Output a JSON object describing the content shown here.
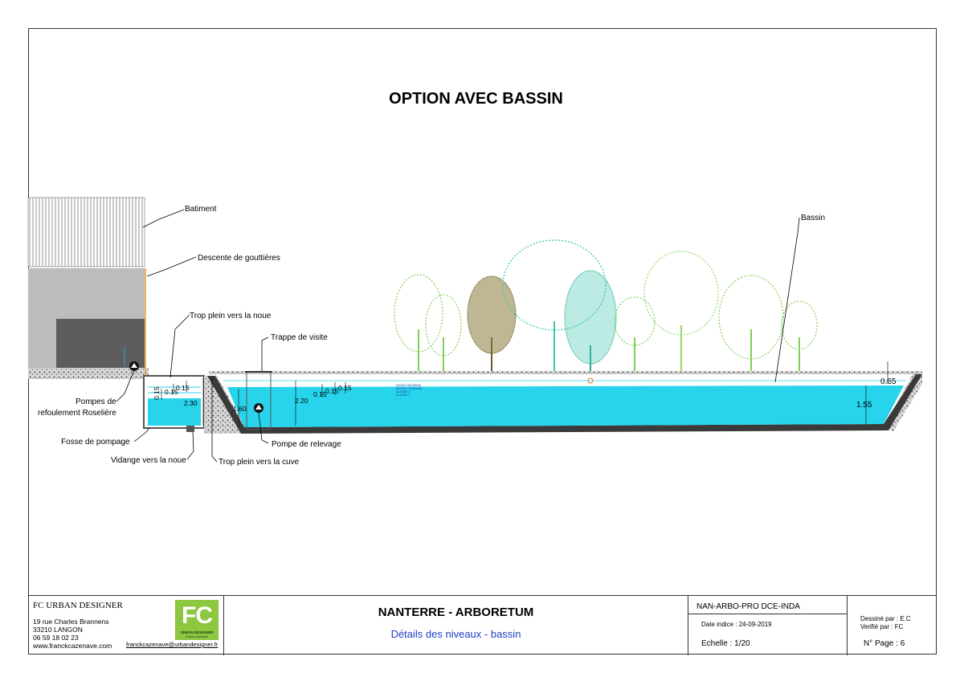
{
  "title": "OPTION AVEC BASSIN",
  "labels": {
    "batiment": "Batiment",
    "descente": "Descente de gouttières",
    "trop_plein_noue": "Trop plein vers la noue",
    "trappe": "Trappe de visite",
    "bassin": "Bassin",
    "pompes_line1": "Pompes de",
    "pompes_line2": "refoulement Roselière",
    "fosse": "Fosse de pompage",
    "vidange": "Vidange vers la noue",
    "trop_plein_cuve": "Trop plein vers la cuve",
    "pompe_relevage": "Pompe de relevage"
  },
  "dimensions": {
    "d015": "0.15",
    "d230": "2.30",
    "d160": "1.60",
    "d220": "2.20",
    "d065": "0.65",
    "d155": "1.55"
  },
  "level_notes": [
    "NIVEAU MAXIMUM",
    "NIVEAU CONSIGNE",
    "ALARME 1",
    "ALARME 2"
  ],
  "colors": {
    "water": "#27d4ec",
    "building_wall": "#bcbcbc",
    "building_dark": "#5d5d5d",
    "tree_green": "#7fcf5a",
    "tree_cyan": "#3cc7b0",
    "tree_dark": "#6b5a2a",
    "logo_green": "#8dc63f",
    "subtitle_blue": "#1f3fc4"
  },
  "title_block": {
    "company": "FC URBAN DESIGNER",
    "address1": "19 rue Charles Brannens",
    "address2": "33210 LANGON",
    "phone": "06 59 18 02 23",
    "website": "www.franckcazenave.com",
    "email": "franckcazenave@urbandesigner.fr",
    "logo_text": "FC",
    "logo_sub": "URBAN DESIGNER",
    "logo_sub2": "Franck Cazenave",
    "project": "NANTERRE - ARBORETUM",
    "subtitle": "Détails des niveaux - bassin",
    "reference": "NAN-ARBO-PRO DCE-INDA",
    "date": "Date indice : 24-09-2019",
    "scale": "Echelle : 1/20",
    "drawn_by": "Dessiné par : E.C",
    "checked_by": "Verifié par : FC",
    "page": "N° Page : 6"
  }
}
